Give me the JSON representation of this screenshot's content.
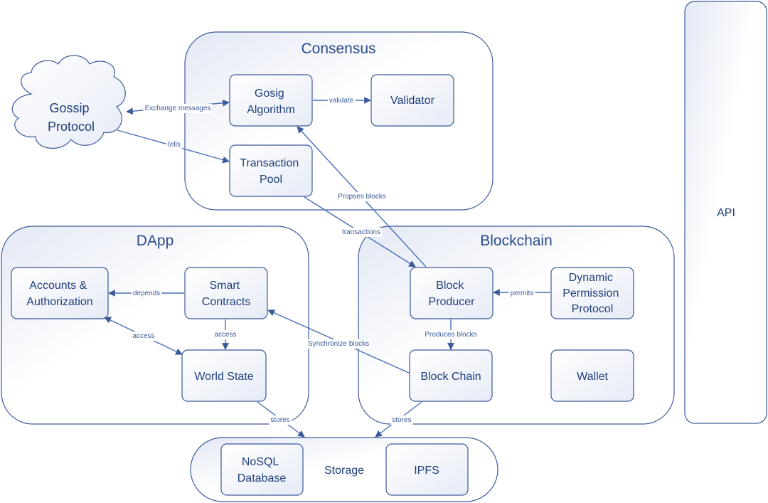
{
  "groups": {
    "consensus": "Consensus",
    "dapp": "DApp",
    "blockchain": "Blockchain",
    "api": "API",
    "storage": "Storage"
  },
  "nodes": {
    "gossip": [
      "Gossip",
      "Protocol"
    ],
    "gosig": [
      "Gosig",
      "Algorithm"
    ],
    "validator": [
      "Validator"
    ],
    "txpool": [
      "Transaction",
      "Pool"
    ],
    "accounts": [
      "Accounts &",
      "Authorization"
    ],
    "smart": [
      "Smart",
      "Contracts"
    ],
    "world": [
      "World State"
    ],
    "producer": [
      "Block",
      "Producer"
    ],
    "dpp": [
      "Dynamic",
      "Permission",
      "Protocol"
    ],
    "chain": [
      "Block Chain"
    ],
    "wallet": [
      "Wallet"
    ],
    "nosql": [
      "NoSQL",
      "Database"
    ],
    "ipfs": [
      "IPFS"
    ]
  },
  "edges": {
    "exchange": "Exchange messages",
    "validate": "validate",
    "tells": "tells",
    "propses": "Propses blocks",
    "transactions": "transactions",
    "depends": "depends",
    "permits": "permits",
    "access_sc": "access",
    "access_acc": "access",
    "produces": "Produces blocks",
    "sync": "Synchronize blocks",
    "stores_ws": "stores",
    "stores_bc": "stores"
  }
}
